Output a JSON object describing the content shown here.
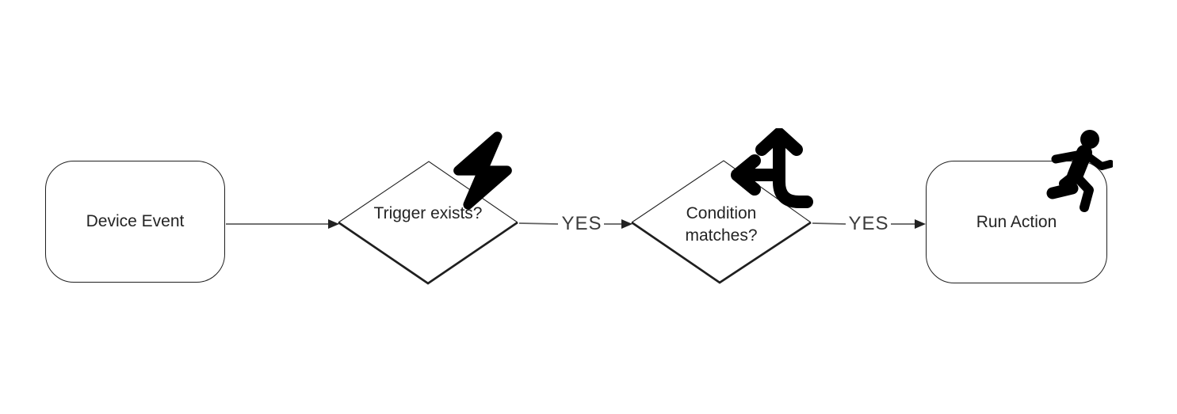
{
  "diagram": {
    "type": "flowchart",
    "direction": "left-to-right",
    "nodes": [
      {
        "id": "device-event",
        "shape": "rounded-rect",
        "label": "Device Event",
        "icon": null
      },
      {
        "id": "trigger-exists",
        "shape": "decision-diamond",
        "label": "Trigger exists?",
        "icon": "bolt-icon"
      },
      {
        "id": "condition-matches",
        "shape": "decision-diamond",
        "label": "Condition matches?",
        "icon": "arrows-split-up-and-left-icon"
      },
      {
        "id": "run-action",
        "shape": "rounded-rect",
        "label": "Run Action",
        "icon": "person-running-icon"
      }
    ],
    "edges": [
      {
        "from": "device-event",
        "to": "trigger-exists",
        "label": ""
      },
      {
        "from": "trigger-exists",
        "to": "condition-matches",
        "label": "YES"
      },
      {
        "from": "condition-matches",
        "to": "run-action",
        "label": "YES"
      }
    ],
    "colors": {
      "background": "#ffffff",
      "shape_stroke": "#1f1f1f",
      "connector_line": "#5f5f5f",
      "arrowhead": "#222222",
      "text": "#242424",
      "edge_label_text": "#3c3c3c",
      "icon": "#000000"
    }
  }
}
